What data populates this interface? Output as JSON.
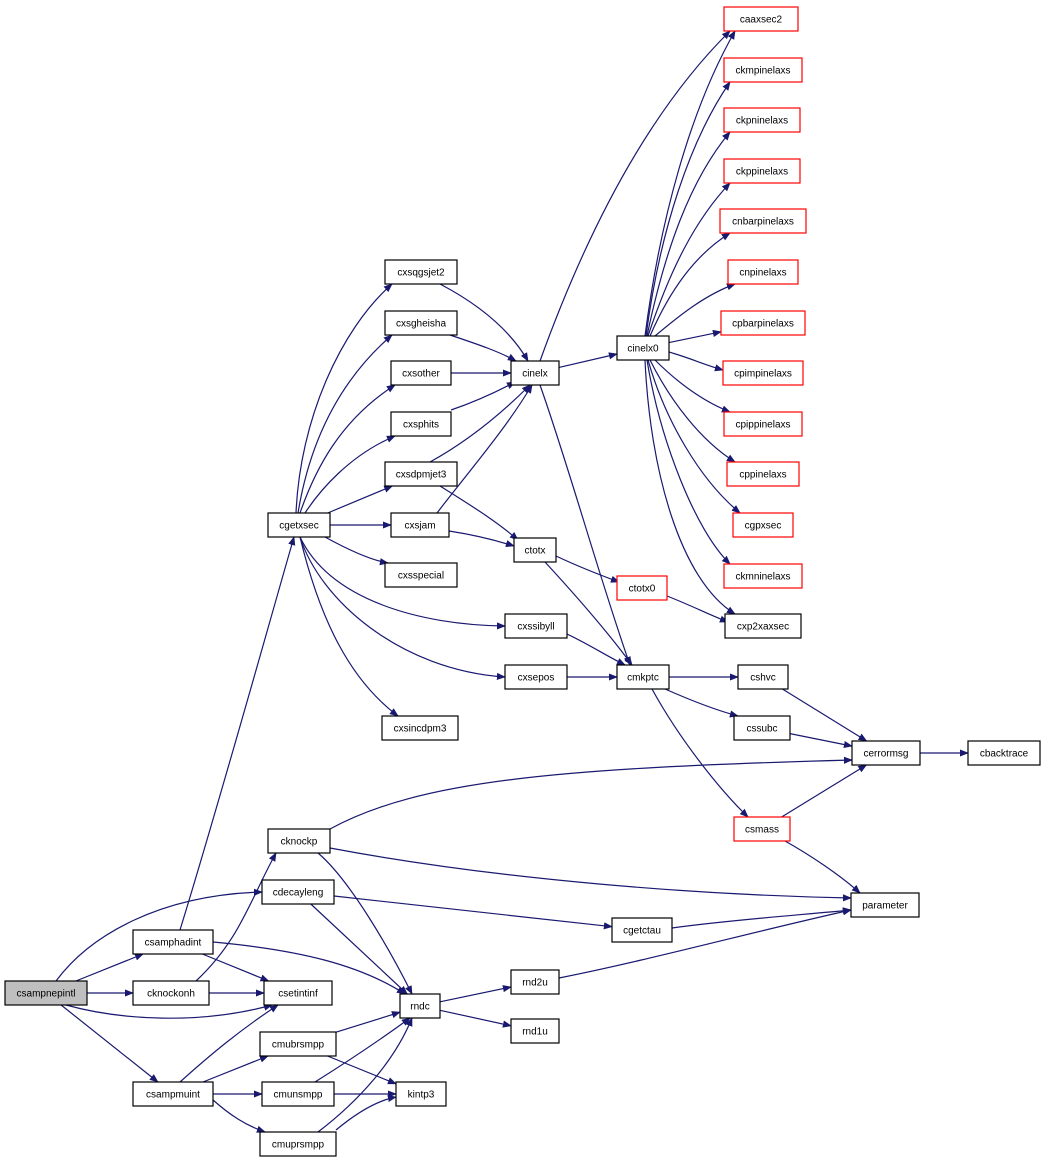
{
  "colors": {
    "edge": "#191970",
    "node_border": "#000000",
    "external_border": "#ff0000",
    "root_fill": "#bfbfbf"
  },
  "nodes": {
    "csampnepintl": {
      "label": "csampnepintl",
      "style": "root"
    },
    "csamphadint": {
      "label": "csamphadint"
    },
    "cknockonh": {
      "label": "cknockonh"
    },
    "csampmuint": {
      "label": "csampmuint"
    },
    "cknockp": {
      "label": "cknockp"
    },
    "cdecayleng": {
      "label": "cdecayleng"
    },
    "csetintinf": {
      "label": "csetintinf"
    },
    "cmubrsmpp": {
      "label": "cmubrsmpp"
    },
    "cmunsmpp": {
      "label": "cmunsmpp"
    },
    "cmuprsmpp": {
      "label": "cmuprsmpp"
    },
    "rndc": {
      "label": "rndc"
    },
    "kintp3": {
      "label": "kintp3"
    },
    "rnd2u": {
      "label": "rnd2u"
    },
    "rnd1u": {
      "label": "rnd1u"
    },
    "cgetctau": {
      "label": "cgetctau"
    },
    "parameter": {
      "label": "parameter"
    },
    "cerrormsg": {
      "label": "cerrormsg"
    },
    "cbacktrace": {
      "label": "cbacktrace"
    },
    "cgetxsec": {
      "label": "cgetxsec"
    },
    "cxsqgsjet2": {
      "label": "cxsqgsjet2"
    },
    "cxsgheisha": {
      "label": "cxsgheisha"
    },
    "cxsother": {
      "label": "cxsother"
    },
    "cxsphits": {
      "label": "cxsphits"
    },
    "cxsdpmjet3": {
      "label": "cxsdpmjet3"
    },
    "cxsjam": {
      "label": "cxsjam"
    },
    "cxsspecial": {
      "label": "cxsspecial"
    },
    "cxssibyll": {
      "label": "cxssibyll"
    },
    "cxsepos": {
      "label": "cxsepos"
    },
    "cxsincdpm3": {
      "label": "cxsincdpm3"
    },
    "cinelx": {
      "label": "cinelx"
    },
    "ctotx": {
      "label": "ctotx"
    },
    "ctotx0": {
      "label": "ctotx0",
      "style": "external"
    },
    "cmkptc": {
      "label": "cmkptc"
    },
    "cshvc": {
      "label": "cshvc"
    },
    "cssubc": {
      "label": "cssubc"
    },
    "csmass": {
      "label": "csmass",
      "style": "external"
    },
    "cinelx0": {
      "label": "cinelx0"
    },
    "caaxsec2": {
      "label": "caaxsec2",
      "style": "external"
    },
    "ckmpinelaxs": {
      "label": "ckmpinelaxs",
      "style": "external"
    },
    "ckpninelaxs": {
      "label": "ckpninelaxs",
      "style": "external"
    },
    "ckppinelaxs": {
      "label": "ckppinelaxs",
      "style": "external"
    },
    "cnbarpinelaxs": {
      "label": "cnbarpinelaxs",
      "style": "external"
    },
    "cnpinelaxs": {
      "label": "cnpinelaxs",
      "style": "external"
    },
    "cpbarpinelaxs": {
      "label": "cpbarpinelaxs",
      "style": "external"
    },
    "cpimpinelaxs": {
      "label": "cpimpinelaxs",
      "style": "external"
    },
    "cpippinelaxs": {
      "label": "cpippinelaxs",
      "style": "external"
    },
    "cppinelaxs": {
      "label": "cppinelaxs",
      "style": "external"
    },
    "cgpxsec": {
      "label": "cgpxsec",
      "style": "external"
    },
    "ckmninelaxs": {
      "label": "ckmninelaxs",
      "style": "external"
    },
    "cxp2xaxsec": {
      "label": "cxp2xaxsec"
    }
  },
  "edges": [
    [
      "csampnepintl",
      "csamphadint"
    ],
    [
      "csampnepintl",
      "cknockonh"
    ],
    [
      "csampnepintl",
      "csampmuint"
    ],
    [
      "csampnepintl",
      "cdecayleng"
    ],
    [
      "csampnepintl",
      "csetintinf"
    ],
    [
      "csamphadint",
      "cgetxsec"
    ],
    [
      "csamphadint",
      "csetintinf"
    ],
    [
      "csamphadint",
      "rndc"
    ],
    [
      "cknockonh",
      "cknockp"
    ],
    [
      "cknockonh",
      "csetintinf"
    ],
    [
      "csampmuint",
      "csetintinf"
    ],
    [
      "csampmuint",
      "cmubrsmpp"
    ],
    [
      "csampmuint",
      "cmunsmpp"
    ],
    [
      "csampmuint",
      "cmuprsmpp"
    ],
    [
      "cknockp",
      "cerrormsg"
    ],
    [
      "cknockp",
      "parameter"
    ],
    [
      "cknockp",
      "rndc"
    ],
    [
      "cdecayleng",
      "cgetctau"
    ],
    [
      "cdecayleng",
      "rndc"
    ],
    [
      "cmubrsmpp",
      "rndc"
    ],
    [
      "cmubrsmpp",
      "kintp3"
    ],
    [
      "cmunsmpp",
      "rndc"
    ],
    [
      "cmunsmpp",
      "kintp3"
    ],
    [
      "cmuprsmpp",
      "rndc"
    ],
    [
      "cmuprsmpp",
      "kintp3"
    ],
    [
      "rndc",
      "rnd2u"
    ],
    [
      "rndc",
      "rnd1u"
    ],
    [
      "rnd2u",
      "parameter"
    ],
    [
      "cgetctau",
      "parameter"
    ],
    [
      "cerrormsg",
      "cbacktrace"
    ],
    [
      "cgetxsec",
      "cxsqgsjet2"
    ],
    [
      "cgetxsec",
      "cxsgheisha"
    ],
    [
      "cgetxsec",
      "cxsother"
    ],
    [
      "cgetxsec",
      "cxsphits"
    ],
    [
      "cgetxsec",
      "cxsdpmjet3"
    ],
    [
      "cgetxsec",
      "cxsjam"
    ],
    [
      "cgetxsec",
      "cxsspecial"
    ],
    [
      "cgetxsec",
      "cxssibyll"
    ],
    [
      "cgetxsec",
      "cxsepos"
    ],
    [
      "cgetxsec",
      "cxsincdpm3"
    ],
    [
      "cxsqgsjet2",
      "cinelx"
    ],
    [
      "cxsgheisha",
      "cinelx"
    ],
    [
      "cxsother",
      "cinelx"
    ],
    [
      "cxsphits",
      "cinelx"
    ],
    [
      "cxsdpmjet3",
      "cinelx"
    ],
    [
      "cxsdpmjet3",
      "ctotx"
    ],
    [
      "cxsjam",
      "cinelx"
    ],
    [
      "cxsjam",
      "ctotx"
    ],
    [
      "cxssibyll",
      "cmkptc"
    ],
    [
      "cxsepos",
      "cmkptc"
    ],
    [
      "cinelx",
      "cinelx0"
    ],
    [
      "cinelx",
      "cmkptc"
    ],
    [
      "ctotx",
      "ctotx0"
    ],
    [
      "ctotx",
      "cmkptc"
    ],
    [
      "ctotx0",
      "cxp2xaxsec"
    ],
    [
      "cmkptc",
      "cshvc"
    ],
    [
      "cmkptc",
      "cssubc"
    ],
    [
      "cmkptc",
      "csmass"
    ],
    [
      "cshvc",
      "cerrormsg"
    ],
    [
      "cssubc",
      "cerrormsg"
    ],
    [
      "csmass",
      "cerrormsg"
    ],
    [
      "csmass",
      "parameter"
    ],
    [
      "cinelx0",
      "caaxsec2"
    ],
    [
      "cinelx0",
      "ckmpinelaxs"
    ],
    [
      "cinelx0",
      "ckpninelaxs"
    ],
    [
      "cinelx0",
      "ckppinelaxs"
    ],
    [
      "cinelx0",
      "cnbarpinelaxs"
    ],
    [
      "cinelx0",
      "cnpinelaxs"
    ],
    [
      "cinelx0",
      "cpbarpinelaxs"
    ],
    [
      "cinelx0",
      "cpimpinelaxs"
    ],
    [
      "cinelx0",
      "cpippinelaxs"
    ],
    [
      "cinelx0",
      "cppinelaxs"
    ],
    [
      "cinelx0",
      "cgpxsec"
    ],
    [
      "cinelx0",
      "ckmninelaxs"
    ],
    [
      "cinelx0",
      "cxp2xaxsec"
    ],
    [
      "cinelx",
      "caaxsec2"
    ]
  ]
}
